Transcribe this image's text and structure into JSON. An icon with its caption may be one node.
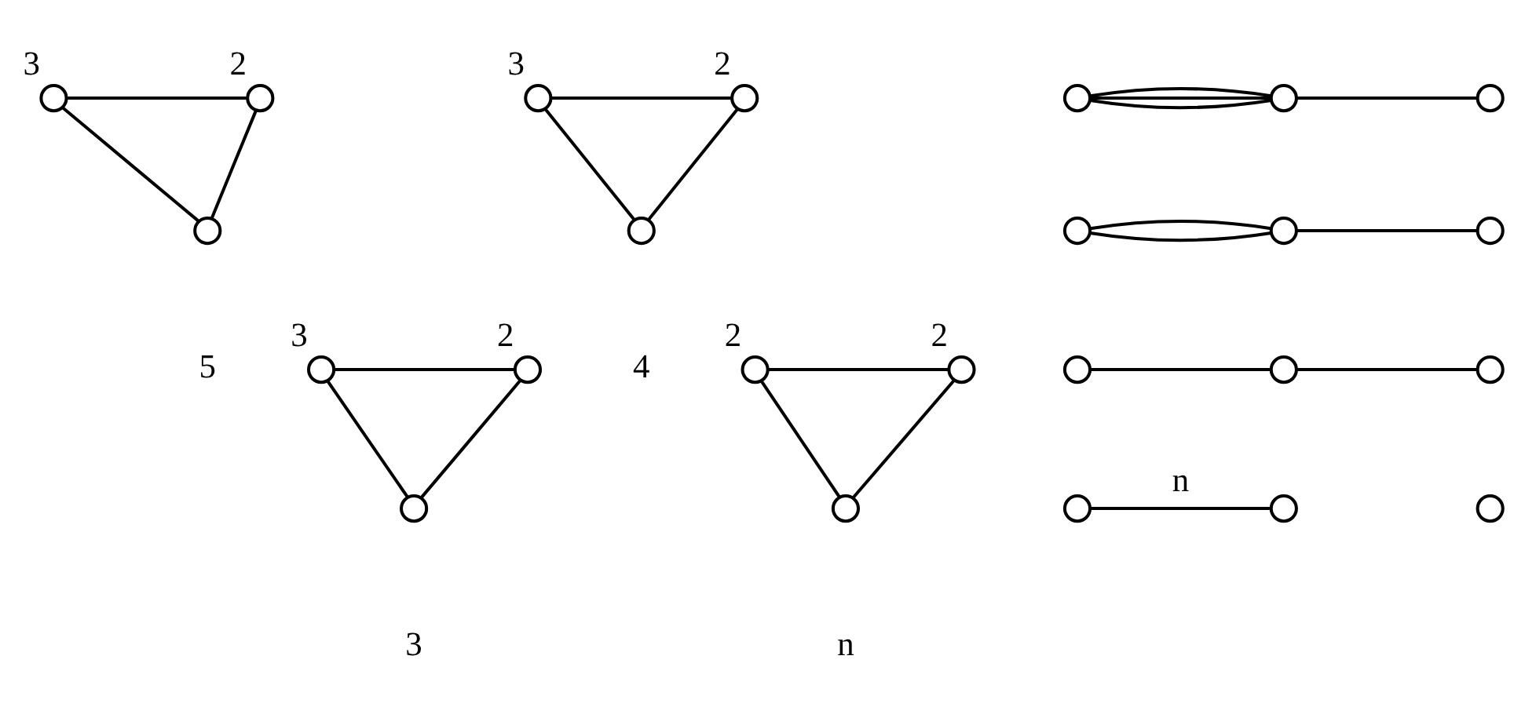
{
  "diagram": {
    "nodes": [
      {
        "text": [],
        "shape": "circle",
        "beside": [
          "3"
        ]
      },
      {
        "text": [],
        "shape": "circle",
        "beside": [
          "2"
        ]
      },
      {
        "text": [],
        "shape": "circle",
        "beside": [
          "5"
        ]
      },
      {
        "text": [],
        "shape": "circle",
        "beside": [
          "3"
        ]
      },
      {
        "text": [],
        "shape": "circle",
        "beside": [
          "2"
        ]
      },
      {
        "text": [],
        "shape": "circle",
        "beside": [
          "4"
        ]
      },
      {
        "text": [],
        "shape": "circle",
        "beside": [
          "3"
        ]
      },
      {
        "text": [],
        "shape": "circle",
        "beside": [
          "2"
        ]
      },
      {
        "text": [],
        "shape": "circle",
        "beside": [
          "3"
        ]
      },
      {
        "text": [],
        "shape": "circle",
        "beside": [
          "2"
        ]
      },
      {
        "text": [],
        "shape": "circle",
        "beside": [
          "2"
        ]
      },
      {
        "text": [],
        "shape": "circle",
        "beside": [
          "n"
        ]
      },
      {
        "text": [],
        "shape": "circle"
      },
      {
        "text": [],
        "shape": "circle"
      },
      {
        "text": [],
        "shape": "circle"
      },
      {
        "text": [],
        "shape": "circle"
      },
      {
        "text": [],
        "shape": "circle"
      },
      {
        "text": [],
        "shape": "circle"
      },
      {
        "text": [],
        "shape": "circle"
      },
      {
        "text": [],
        "shape": "circle"
      },
      {
        "text": [],
        "shape": "circle"
      },
      {
        "text": [],
        "shape": "circle"
      },
      {
        "text": [],
        "shape": "circle"
      },
      {
        "text": [],
        "shape": "circle"
      }
    ],
    "edges": [
      {
        "from": 0,
        "to": 1,
        "arrow": "none"
      },
      {
        "from": 0,
        "to": 2,
        "arrow": "none"
      },
      {
        "from": 1,
        "to": 2,
        "arrow": "none"
      },
      {
        "from": 3,
        "to": 4,
        "arrow": "none"
      },
      {
        "from": 3,
        "to": 5,
        "arrow": "none"
      },
      {
        "from": 4,
        "to": 5,
        "arrow": "none"
      },
      {
        "from": 6,
        "to": 7,
        "arrow": "none"
      },
      {
        "from": 6,
        "to": 8,
        "arrow": "none"
      },
      {
        "from": 7,
        "to": 8,
        "arrow": "none"
      },
      {
        "from": 9,
        "to": 10,
        "arrow": "none"
      },
      {
        "from": 9,
        "to": 11,
        "arrow": "none"
      },
      {
        "from": 10,
        "to": 11,
        "arrow": "none"
      },
      {
        "from": 12,
        "to": 13,
        "arrow": "none"
      },
      {
        "from": 12,
        "to": 13,
        "arrow": "none"
      },
      {
        "from": 12,
        "to": 13,
        "arrow": "none"
      },
      {
        "from": 13,
        "to": 14,
        "arrow": "none"
      },
      {
        "from": 15,
        "to": 16,
        "arrow": "none"
      },
      {
        "from": 15,
        "to": 16,
        "arrow": "none"
      },
      {
        "from": 16,
        "to": 17,
        "arrow": "none"
      },
      {
        "from": 18,
        "to": 19,
        "arrow": "none"
      },
      {
        "from": 19,
        "to": 20,
        "arrow": "none"
      },
      {
        "from": 21,
        "to": 22,
        "arrow": "none",
        "label": "n"
      }
    ]
  }
}
